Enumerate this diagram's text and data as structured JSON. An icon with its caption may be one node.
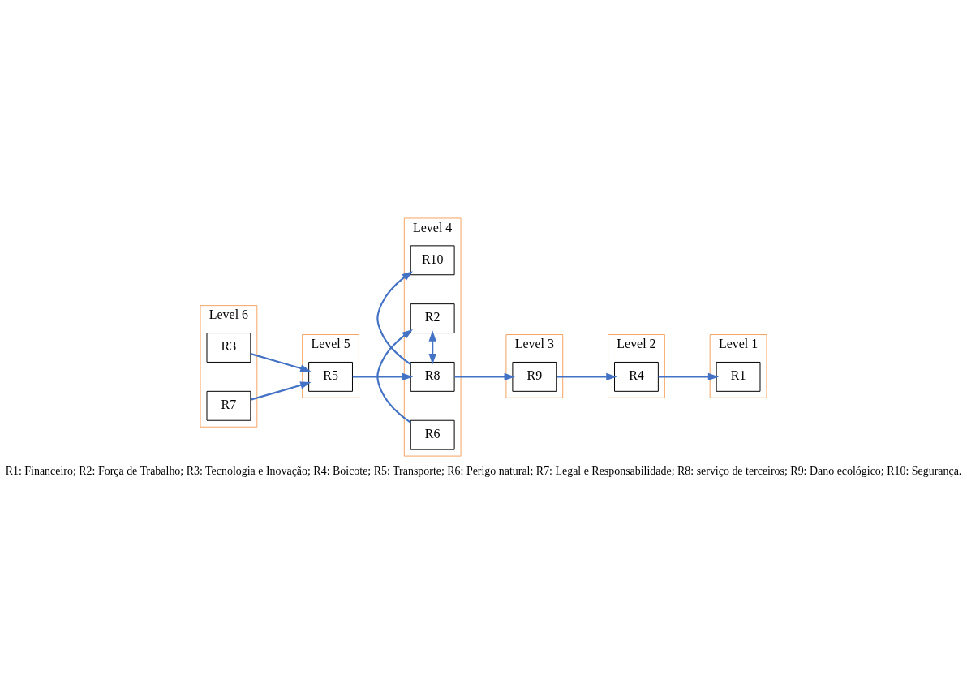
{
  "diagram": {
    "caption": "R1: Financeiro; R2: Força de Trabalho; R3: Tecnologia e Inovação; R4: Boicote; R5: Transporte; R6: Perigo natural; R7: Legal e Responsabilidade; R8: serviço de terceiros; R9: Dano ecológico; R10: Segurança.",
    "nodes": [
      {
        "text": [
          "Level 6"
        ]
      },
      {
        "text": [
          "R3"
        ],
        "in": 0
      },
      {
        "text": [
          "R7"
        ],
        "in": 0
      },
      {
        "text": [
          "Level 5"
        ]
      },
      {
        "text": [
          "R5"
        ],
        "in": 3
      },
      {
        "text": [
          "Level 4"
        ]
      },
      {
        "text": [
          "R10"
        ],
        "in": 5
      },
      {
        "text": [
          "R8"
        ],
        "in": 5
      },
      {
        "text": [
          "R2"
        ],
        "in": 5
      },
      {
        "text": [
          "R6"
        ],
        "in": 5
      },
      {
        "text": [
          "Level 3"
        ]
      },
      {
        "text": [
          "R9"
        ],
        "in": 10
      },
      {
        "text": [
          "Level 2"
        ]
      },
      {
        "text": [
          "R4"
        ],
        "in": 12
      },
      {
        "text": [
          "Level 1"
        ]
      },
      {
        "text": [
          "R1"
        ],
        "in": 14
      }
    ],
    "edges": [
      {
        "from": 1,
        "to": 4,
        "arrow": "to"
      },
      {
        "from": 2,
        "to": 4,
        "arrow": "to"
      },
      {
        "from": 4,
        "to": 7,
        "arrow": "to"
      },
      {
        "from": 7,
        "to": 6,
        "arrow": "to"
      },
      {
        "from": 7,
        "to": 8,
        "arrow": "both"
      },
      {
        "from": 9,
        "to": 8,
        "arrow": "to"
      },
      {
        "from": 7,
        "to": 11,
        "arrow": "to"
      },
      {
        "from": 11,
        "to": 13,
        "arrow": "to"
      },
      {
        "from": 13,
        "to": 15,
        "arrow": "to"
      }
    ]
  }
}
